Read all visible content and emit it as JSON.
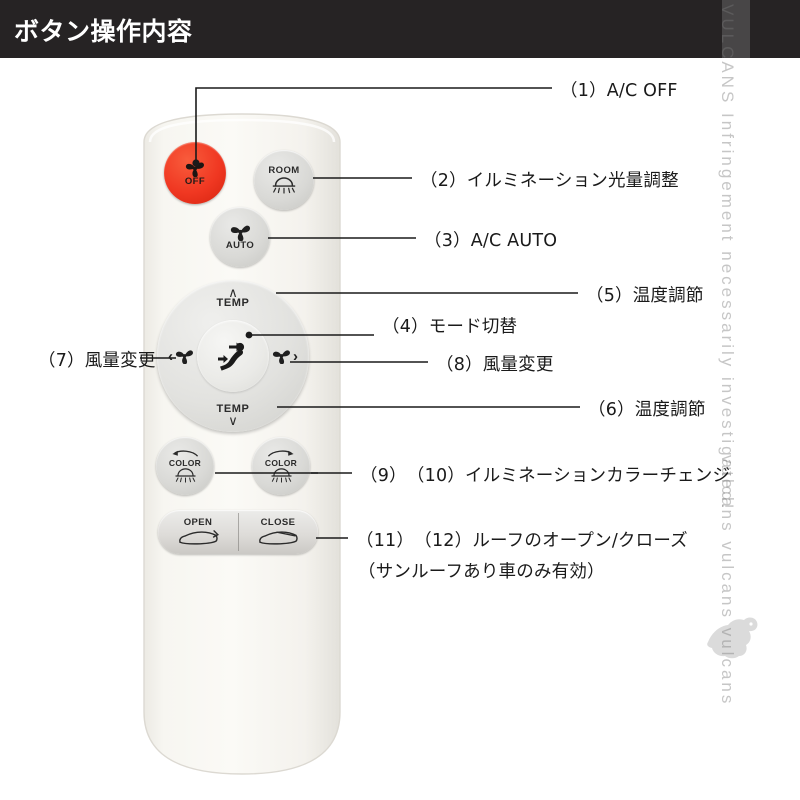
{
  "header": {
    "title": "ボタン操作内容"
  },
  "watermark": {
    "line1": "VULCANS Infringement necessarily investigated!",
    "line2": "vulcans vulcans vulcans"
  },
  "remote": {
    "buttons": {
      "ac_off": {
        "label": "OFF",
        "icon": "fan-icon",
        "color": "#F03822"
      },
      "room": {
        "label": "ROOM",
        "icon": "dome-lamp-icon"
      },
      "ac_auto": {
        "label": "AUTO",
        "icon": "fan-icon"
      },
      "temp_up": {
        "label": "TEMP",
        "icon": "chevron-up-icon",
        "chevron": "∧"
      },
      "temp_down": {
        "label": "TEMP",
        "icon": "chevron-down-icon",
        "chevron": "∨"
      },
      "fan_down": {
        "icon": "fan-icon",
        "arrow": "‹"
      },
      "fan_up": {
        "icon": "fan-icon",
        "arrow": "›"
      },
      "mode": {
        "icon": "airflow-mode-icon"
      },
      "color_left": {
        "label": "COLOR",
        "icon": "dome-lamp-icon",
        "arrow": "curved-arrow-left-icon"
      },
      "color_right": {
        "label": "COLOR",
        "icon": "dome-lamp-icon",
        "arrow": "curved-arrow-right-icon"
      },
      "roof_open": {
        "label": "OPEN",
        "icon": "car-open-roof-icon"
      },
      "roof_close": {
        "label": "CLOSE",
        "icon": "car-closed-roof-icon"
      }
    }
  },
  "callouts": [
    {
      "id": 1,
      "text": "（1）A/C OFF"
    },
    {
      "id": 2,
      "text": "（2）イルミネーション光量調整"
    },
    {
      "id": 3,
      "text": "（3）A/C AUTO"
    },
    {
      "id": 5,
      "text": "（5）温度調節"
    },
    {
      "id": 4,
      "text": "（4）モード切替"
    },
    {
      "id": 7,
      "text": "（7）風量変更"
    },
    {
      "id": 8,
      "text": "（8）風量変更"
    },
    {
      "id": 6,
      "text": "（6）温度調節"
    },
    {
      "id": 910,
      "text": "（9）　（10）イルミネーションカラーチェンジ"
    },
    {
      "id": 1112,
      "text": "（11）　（12）ルーフのオープン/クローズ"
    },
    {
      "id": 1112.1,
      "text": "（サンルーフあり車のみ有効）"
    }
  ]
}
